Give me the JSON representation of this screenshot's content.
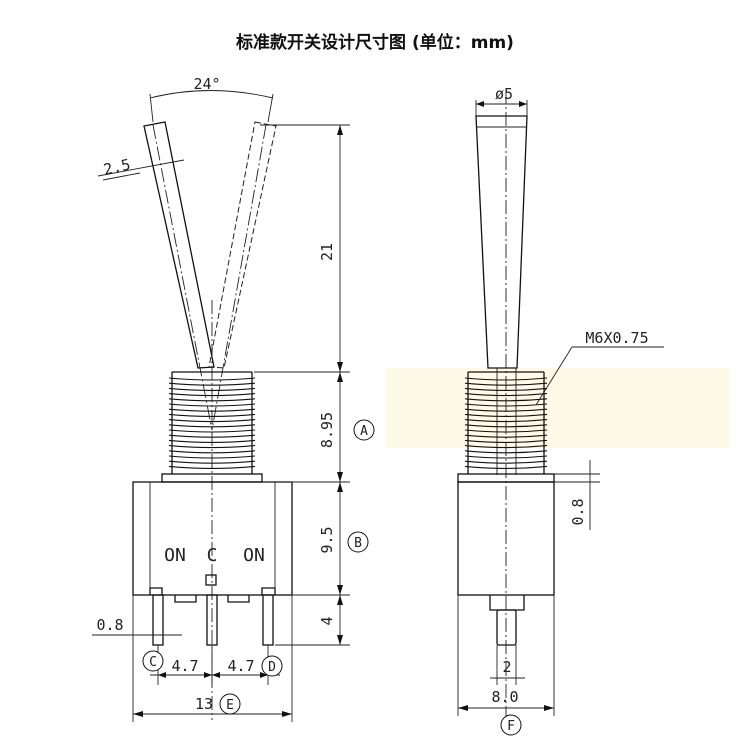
{
  "title": "标准款开关设计尺寸图 (单位：mm)",
  "dimensions": {
    "angle": "24°",
    "handle_width": "2.5",
    "handle_length": "21",
    "bushing_height": "8.95",
    "body_height": "9.5",
    "pin_length": "4",
    "pin_width": "0.8",
    "pin_pitch_left": "4.7",
    "pin_pitch_right": "4.7",
    "body_width": "13",
    "handle_diameter": "ø5",
    "thread_spec": "M6X0.75",
    "side_offset": "0.8",
    "side_pin_width": "2",
    "side_body_width": "8.0"
  },
  "body_marking": {
    "left": "ON",
    "center": "C",
    "right": "ON"
  },
  "reference_labels": {
    "A": "A",
    "B": "B",
    "C": "C",
    "D": "D",
    "E": "E",
    "F": "F"
  }
}
